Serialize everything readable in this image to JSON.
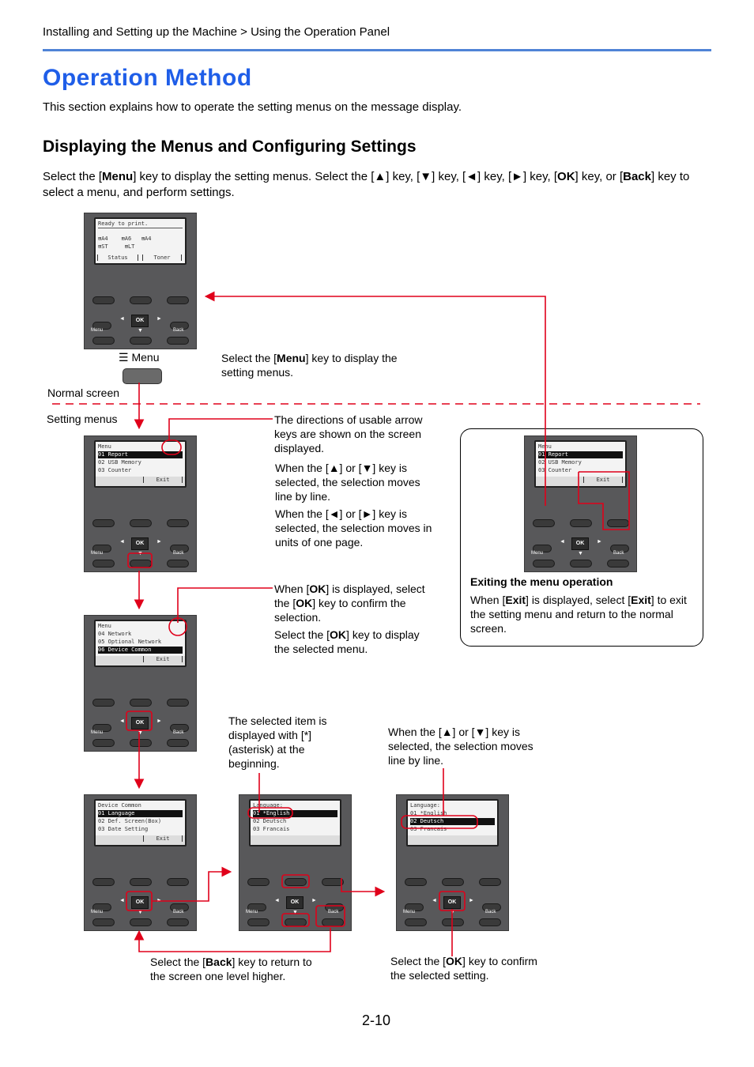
{
  "header": {
    "breadcrumb": "Installing and Setting up the Machine > Using the Operation Panel"
  },
  "title": "Operation Method",
  "intro": "This section explains how to operate the setting menus on the message display.",
  "section": {
    "heading": "Displaying the Menus and Configuring Settings",
    "para_pre": "Select the [",
    "para_menu": "Menu",
    "para_mid": "] key to display the setting menus. Select the [▲] key, [▼] key, [◄] key, [►] key, [",
    "para_ok": "OK",
    "para_mid2": "] key, or [",
    "para_back": "Back",
    "para_post": "] key to select a menu, and perform settings."
  },
  "panel_keys": {
    "ok": "OK",
    "menu": "Menu",
    "back": "Back"
  },
  "screens": {
    "normal": {
      "line1": "Ready to print.",
      "line2a": "A4",
      "line2b": "A6",
      "line2c": "A4",
      "line3a": "ST",
      "line3b": "LT",
      "soft1": "Status",
      "soft2": "Toner"
    },
    "menu1": {
      "title": "Menu",
      "items": [
        "Report",
        "USB Memory",
        "Counter"
      ],
      "soft": "Exit"
    },
    "menu2": {
      "title": "Menu",
      "items": [
        "Network",
        "Optional Network",
        "Device Common"
      ],
      "soft": "Exit"
    },
    "device": {
      "title": "Device Common",
      "items": [
        "Language",
        "Def. Screen(Box)",
        "Date Setting"
      ],
      "soft": "Exit"
    },
    "lang1": {
      "title": "Language:",
      "items": [
        "*English",
        "Deutsch",
        "Francais"
      ]
    },
    "lang2": {
      "title": "Language:",
      "items": [
        "*English",
        "Deutsch",
        "Francais"
      ]
    },
    "exit": {
      "title": "Menu",
      "items": [
        "Report",
        "USB Memory",
        "Counter"
      ],
      "soft": "Exit"
    }
  },
  "labels": {
    "menu_key": "Menu",
    "normal_screen": "Normal screen",
    "setting_menus": "Setting menus",
    "select_menu_1": "Select the [",
    "select_menu_b": "Menu",
    "select_menu_2": "] key to display the",
    "select_menu_3": "setting menus.",
    "dirs": [
      "The directions of usable arrow",
      "keys are shown on the screen",
      "displayed."
    ],
    "updown": [
      "When the [▲] or [▼] key is",
      "selected, the selection moves",
      "line by line."
    ],
    "leftright": [
      "When the [◄] or [►] key is",
      "selected, the selection moves in",
      "units of one page."
    ],
    "ok_disp_1": "When [",
    "ok_disp_b": "OK",
    "ok_disp_2": "] is displayed, select",
    "ok_disp_3": "the [",
    "ok_disp_4": "] key to confirm the",
    "ok_disp_5": "selection.",
    "sel_ok_1": "Select the [",
    "sel_ok_2": "] key to display",
    "sel_ok_3": "the selected menu.",
    "asterisk": [
      "The selected item is",
      "displayed with [*]",
      "(asterisk) at the",
      "beginning."
    ],
    "updown2": [
      "When the [▲] or [▼] key is",
      "selected, the selection moves",
      "line by line."
    ],
    "back_1": "Select the [",
    "back_b": "Back",
    "back_2": "] key to return to",
    "back_3": "the screen one level higher.",
    "confirm_1": "Select the [",
    "confirm_b": "OK",
    "confirm_2": "] key to confirm",
    "confirm_3": "the selected setting.",
    "exit_heading": "Exiting the menu operation",
    "exit_1": "When [",
    "exit_b": "Exit",
    "exit_2": "] is displayed, select [",
    "exit_3": "] to exit",
    "exit_4": "the setting menu and return to the normal",
    "exit_5": "screen."
  },
  "page_number": "2-10",
  "colors": {
    "accent": "#1f5ee8",
    "rule": "#4f83d6",
    "callout": "#e0001a"
  }
}
